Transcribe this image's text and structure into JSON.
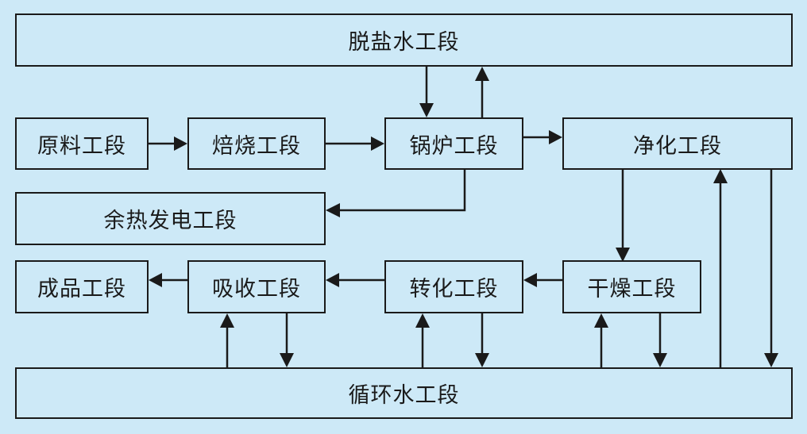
{
  "diagram": {
    "nodes": {
      "desalination": "脱盐水工段",
      "raw_material": "原料工段",
      "roasting": "焙烧工段",
      "boiler": "锅炉工段",
      "purification": "净化工段",
      "waste_heat_power": "余热发电工段",
      "finished_product": "成品工段",
      "absorption": "吸收工段",
      "conversion": "转化工段",
      "drying": "干燥工段",
      "circulating_water": "循环水工段"
    },
    "edges": [
      {
        "from": "desalination",
        "to": "boiler"
      },
      {
        "from": "boiler",
        "to": "desalination"
      },
      {
        "from": "raw_material",
        "to": "roasting"
      },
      {
        "from": "roasting",
        "to": "boiler"
      },
      {
        "from": "boiler",
        "to": "purification"
      },
      {
        "from": "boiler",
        "to": "waste_heat_power"
      },
      {
        "from": "purification",
        "to": "drying"
      },
      {
        "from": "drying",
        "to": "conversion"
      },
      {
        "from": "conversion",
        "to": "absorption"
      },
      {
        "from": "absorption",
        "to": "finished_product"
      },
      {
        "from": "circulating_water",
        "to": "absorption"
      },
      {
        "from": "absorption",
        "to": "circulating_water"
      },
      {
        "from": "circulating_water",
        "to": "conversion"
      },
      {
        "from": "conversion",
        "to": "circulating_water"
      },
      {
        "from": "circulating_water",
        "to": "drying"
      },
      {
        "from": "drying",
        "to": "circulating_water"
      },
      {
        "from": "circulating_water",
        "to": "purification"
      },
      {
        "from": "purification",
        "to": "circulating_water"
      }
    ]
  }
}
